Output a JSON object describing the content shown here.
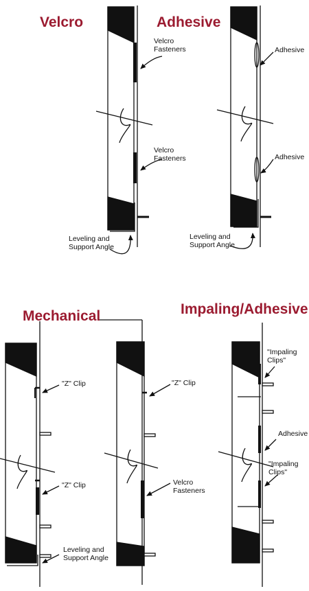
{
  "colors": {
    "heading": "#9b1b30",
    "ink": "#111111",
    "background": "#ffffff"
  },
  "headings": {
    "velcro": "Velcro",
    "adhesive": "Adhesive",
    "mechanical": "Mechanical",
    "impaling_adhesive": "Impaling/Adhesive"
  },
  "callouts": {
    "velcro_fasteners_upper": "Velcro\nFasteners",
    "velcro_fasteners_lower": "Velcro\nFasteners",
    "velcro_support_angle": "Leveling and\nSupport Angle",
    "adhesive_upper": "Adhesive",
    "adhesive_lower": "Adhesive",
    "adhesive_support_angle": "Leveling and\nSupport Angle",
    "mech_z_clip_upper": "\"Z\" Clip",
    "mech_z_clip_lower": "\"Z\" Clip",
    "mech_support_angle": "Leveling and\nSupport Angle",
    "mid_z_clip": "\"Z\" Clip",
    "mid_velcro_fasteners": "Velcro\nFasteners",
    "impaling_clips_upper": "\"Impaling\nClips\"",
    "impaling_adhesive": "Adhesive",
    "impaling_clips_lower": "\"Impaling\nClips\""
  }
}
